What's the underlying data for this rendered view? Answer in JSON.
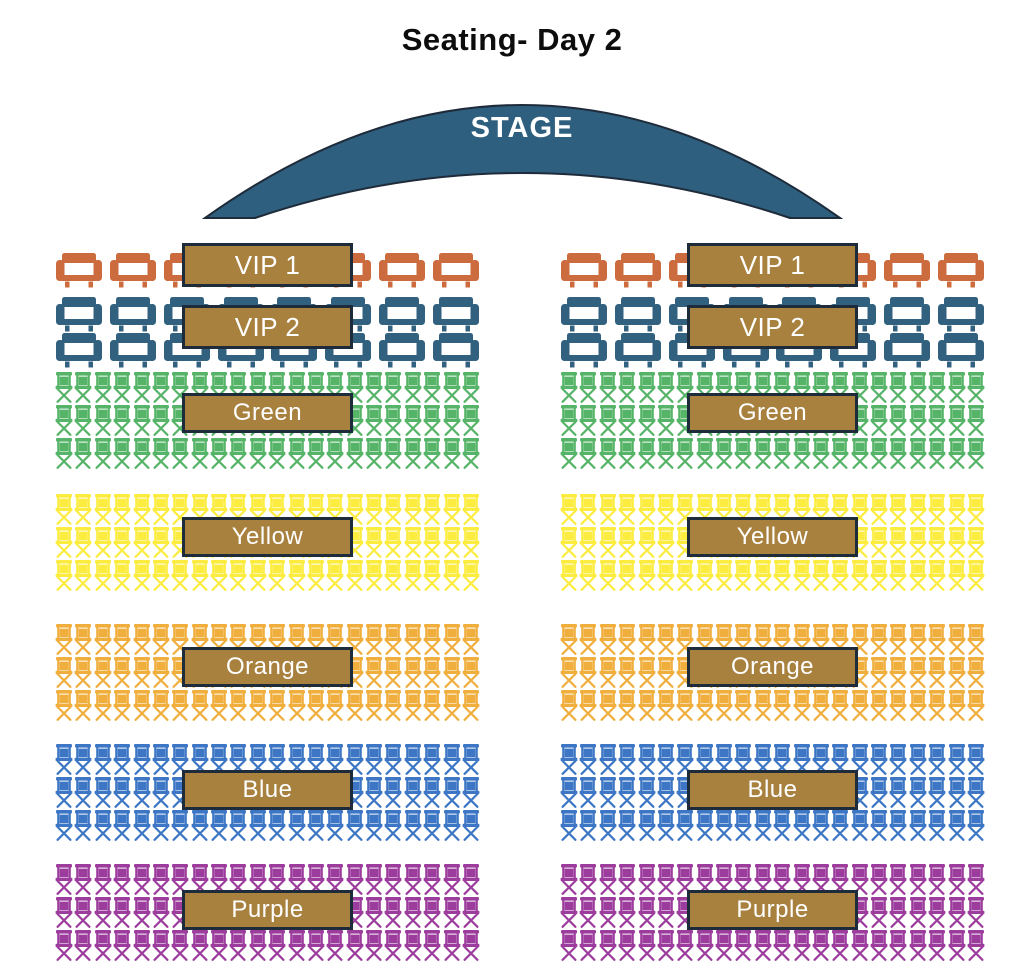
{
  "title": "Seating- Day 2",
  "stage": {
    "label": "STAGE",
    "fill": "#2F5F7E",
    "border_color": "#1E2B3A",
    "text_color": "#FFFFFF"
  },
  "label_box": {
    "fill": "#A8813F",
    "border_color": "#1E2B3A",
    "text_color": "#FFFFFF"
  },
  "columns": [
    {
      "side": "left"
    },
    {
      "side": "right"
    }
  ],
  "sections": [
    {
      "name": "VIP 1",
      "seat_type": "sofa",
      "seat_color": "#CB6B3E",
      "rows": 1,
      "seats_per_row": 8
    },
    {
      "name": "VIP 2",
      "seat_type": "sofa",
      "seat_color": "#31617F",
      "rows": 2,
      "seats_per_row": 8
    },
    {
      "name": "Green",
      "seat_type": "director-chair",
      "seat_color": "#56B468",
      "rows": 3,
      "seats_per_row": 22
    },
    {
      "name": "Yellow",
      "seat_type": "director-chair",
      "seat_color": "#FBEC3F",
      "rows": 3,
      "seats_per_row": 22
    },
    {
      "name": "Orange",
      "seat_type": "director-chair",
      "seat_color": "#F0AE3D",
      "rows": 3,
      "seats_per_row": 22
    },
    {
      "name": "Blue",
      "seat_type": "director-chair",
      "seat_color": "#3C76C4",
      "rows": 3,
      "seats_per_row": 22
    },
    {
      "name": "Purple",
      "seat_type": "director-chair",
      "seat_color": "#9C3C9C",
      "rows": 3,
      "seats_per_row": 22
    }
  ]
}
